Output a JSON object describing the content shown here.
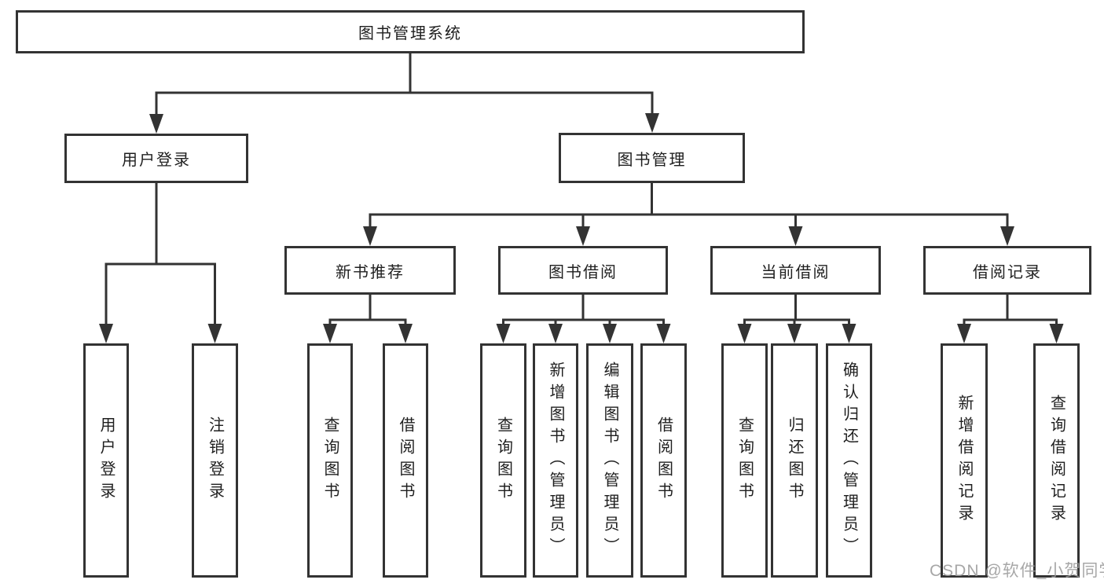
{
  "diagram": {
    "tree": {
      "root": {
        "label": "图书管理系统",
        "children": [
          {
            "label": "用户登录",
            "children": [
              {
                "label": "用户登录"
              },
              {
                "label": "注销登录"
              }
            ]
          },
          {
            "label": "图书管理",
            "children": [
              {
                "label": "新书推荐",
                "children": [
                  {
                    "label": "查询图书"
                  },
                  {
                    "label": "借阅图书"
                  }
                ]
              },
              {
                "label": "图书借阅",
                "children": [
                  {
                    "label": "查询图书"
                  },
                  {
                    "label": "新增图书（管理员）"
                  },
                  {
                    "label": "编辑图书（管理员）"
                  },
                  {
                    "label": "借阅图书"
                  }
                ]
              },
              {
                "label": "当前借阅",
                "children": [
                  {
                    "label": "查询图书"
                  },
                  {
                    "label": "归还图书"
                  },
                  {
                    "label": "确认归还（管理员）"
                  }
                ]
              },
              {
                "label": "借阅记录",
                "children": [
                  {
                    "label": "新增借阅记录"
                  },
                  {
                    "label": "查询借阅记录"
                  }
                ]
              }
            ]
          }
        ]
      }
    },
    "watermark": "CSDN @软件_小贺同学",
    "colors": {
      "line": "#333333",
      "text": "#1f1f1f",
      "background": "#ffffff",
      "watermark": "#9b9b9b"
    }
  }
}
